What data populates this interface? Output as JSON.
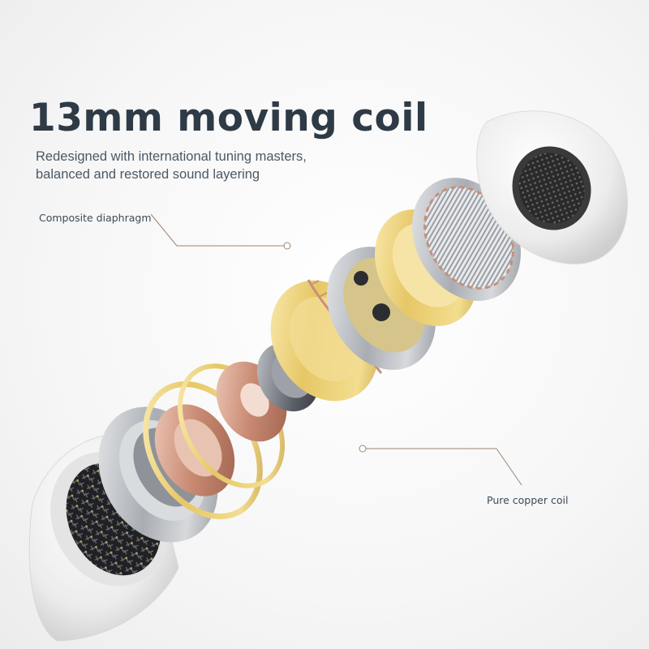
{
  "headline": "13mm moving coil",
  "subtitle": {
    "line1": "Redesigned with international tuning masters,",
    "line2": "balanced and restored sound layering"
  },
  "callouts": {
    "diaphragm": "Composite diaphragm",
    "coil": "Pure copper coil"
  },
  "colors": {
    "text_dark": "#2e3a45",
    "leader_line": "#a08470",
    "gold": "#e0c060",
    "copper": "#c98f78",
    "silver": "#b8bcc2"
  }
}
